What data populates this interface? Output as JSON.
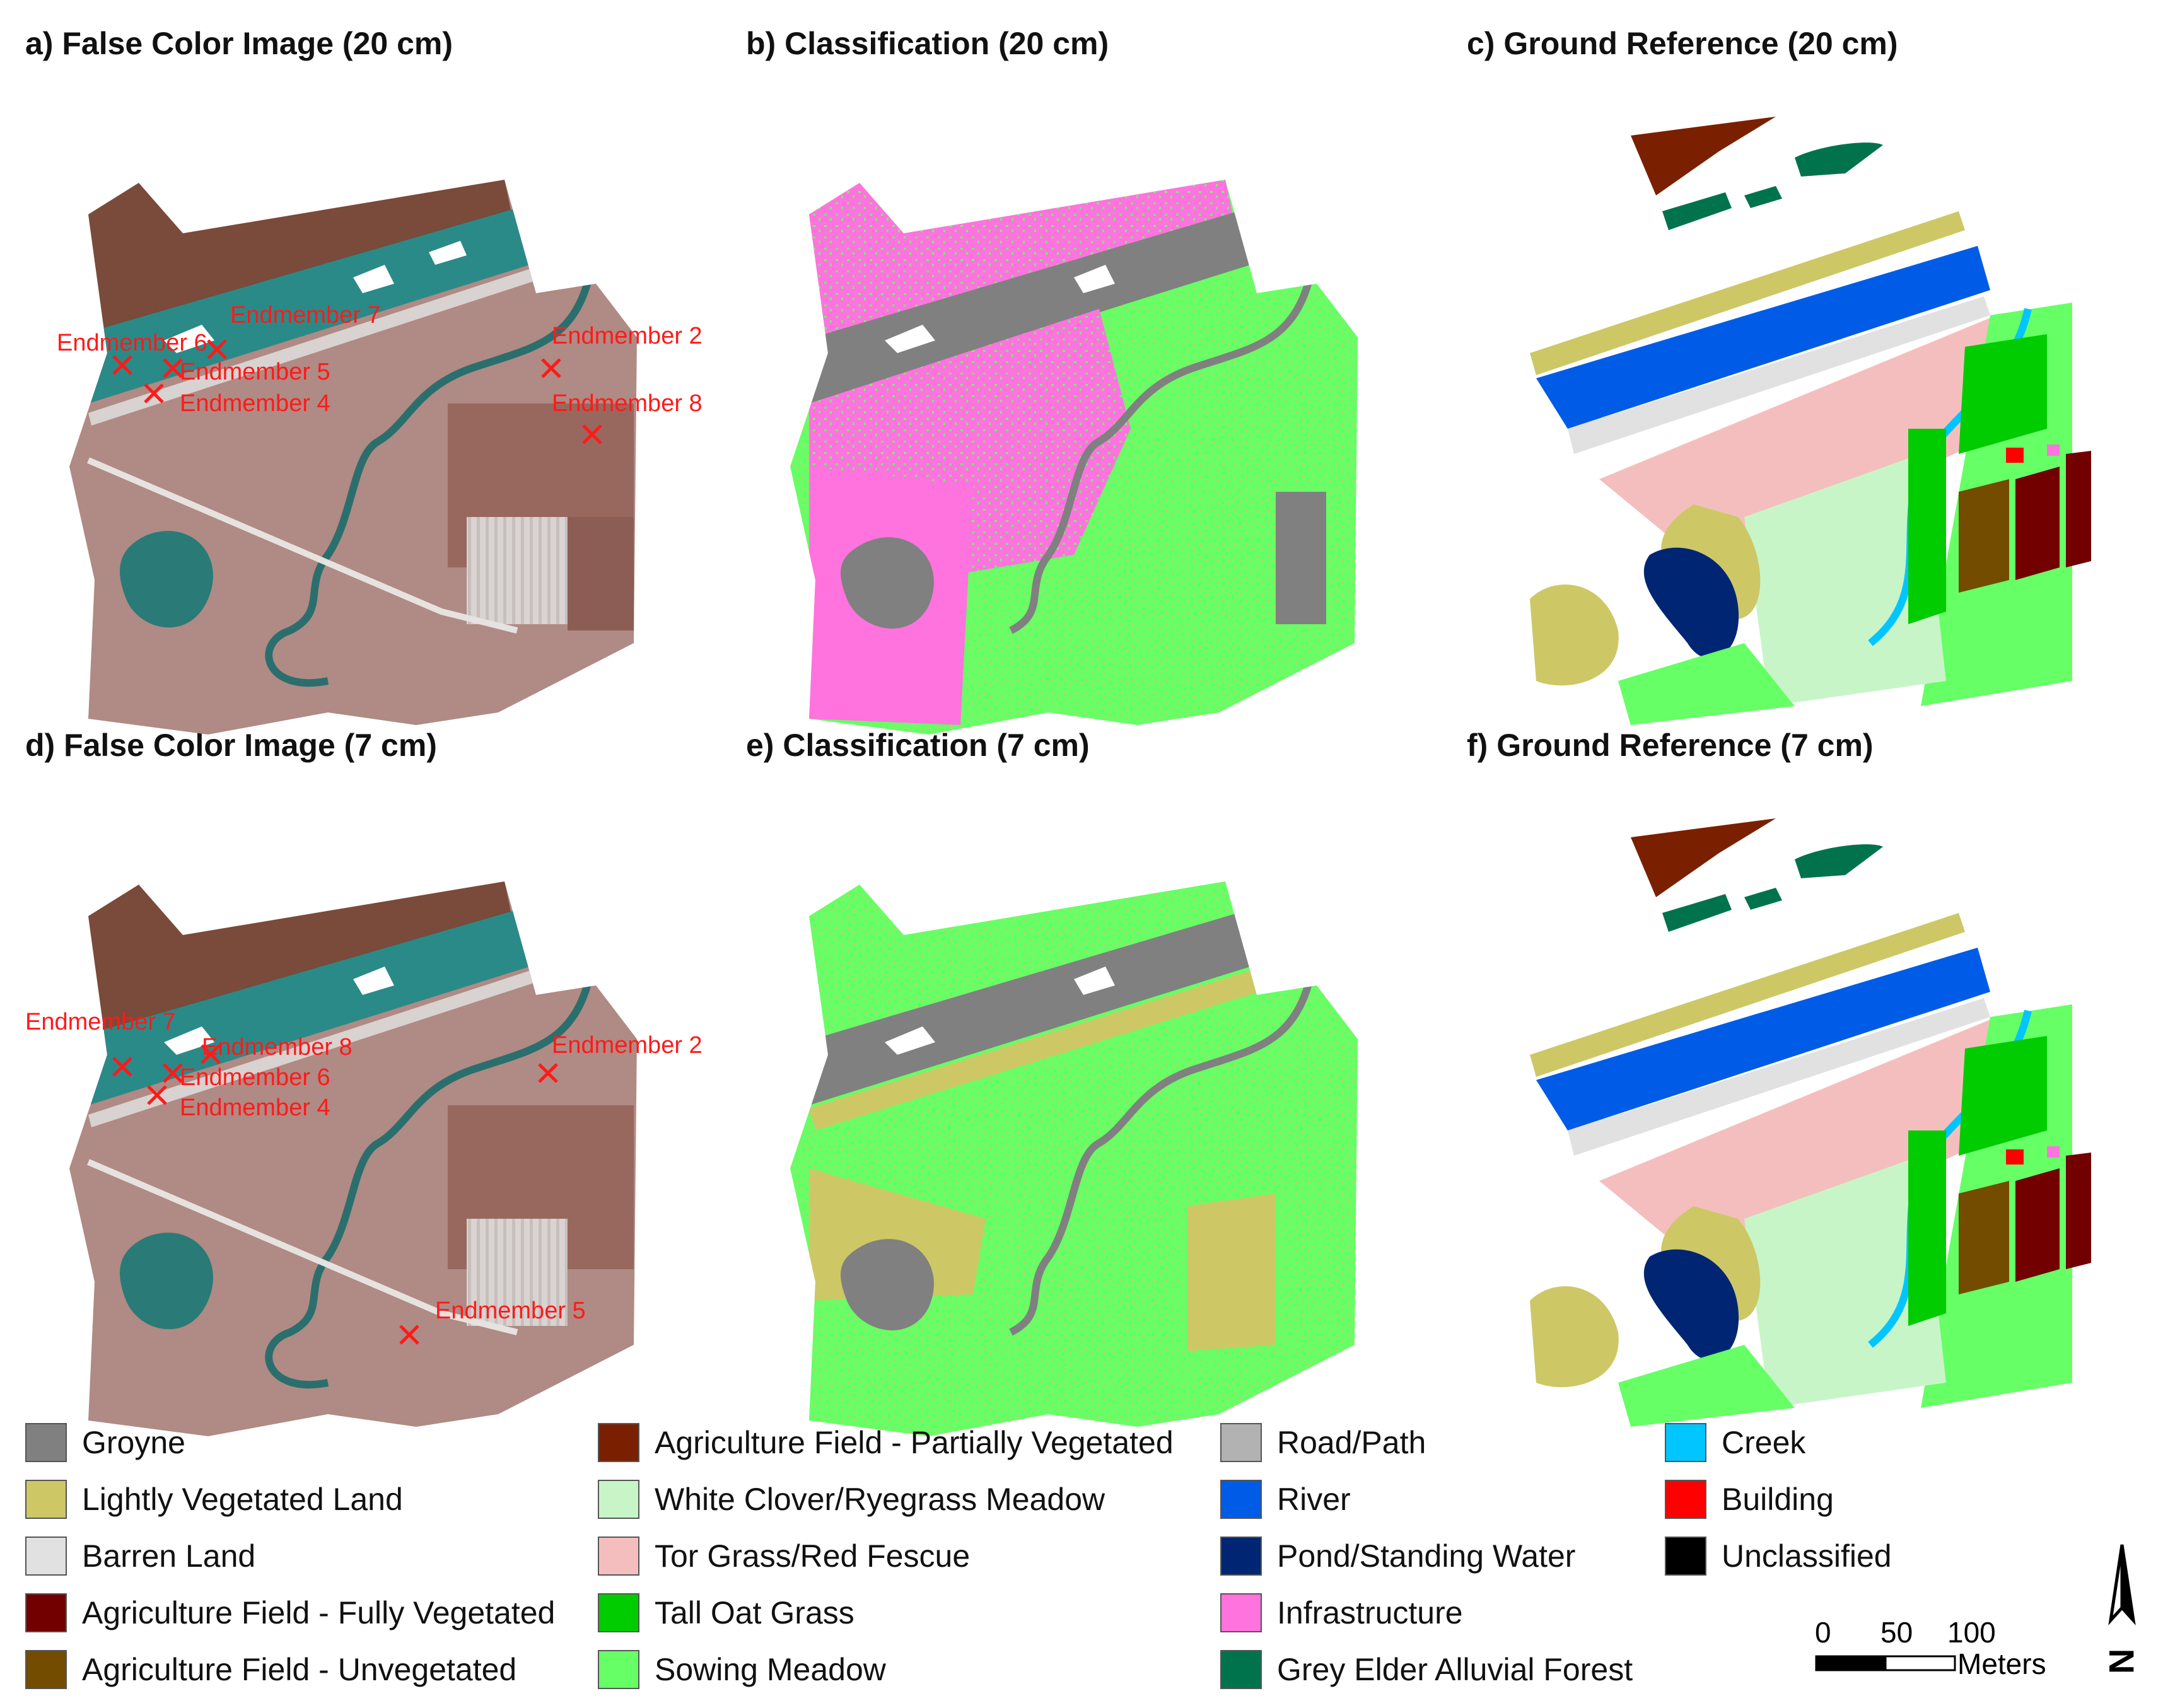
{
  "panels": [
    {
      "id": "a",
      "title": "a) False Color Image (20 cm)",
      "kind": "false-color",
      "endmembers": [
        "Endmember 7",
        "Endmember 6",
        "Endmember 5",
        "Endmember 4",
        "Endmember 2",
        "Endmember 8"
      ]
    },
    {
      "id": "b",
      "title": "b) Classification (20 cm)",
      "kind": "classification",
      "dominant_class": "Infrastructure"
    },
    {
      "id": "c",
      "title": "c) Ground Reference (20 cm)",
      "kind": "ground-reference"
    },
    {
      "id": "d",
      "title": "d) False Color Image (7 cm)",
      "kind": "false-color",
      "endmembers": [
        "Endmember 7",
        "Endmember 8",
        "Endmember 6",
        "Endmember 4",
        "Endmember 2",
        "Endmember 5"
      ]
    },
    {
      "id": "e",
      "title": "e) Classification (7 cm)",
      "kind": "classification",
      "dominant_class": "Sowing Meadow"
    },
    {
      "id": "f",
      "title": "f) Ground Reference (7 cm)",
      "kind": "ground-reference"
    }
  ],
  "legend": [
    {
      "label": "Groyne",
      "color": "#808080"
    },
    {
      "label": "Lightly Vegetated Land",
      "color": "#cdc865"
    },
    {
      "label": "Barren Land",
      "color": "#e1e1e1"
    },
    {
      "label": "Agriculture Field - Fully Vegetated",
      "color": "#730000"
    },
    {
      "label": "Agriculture Field - Unvegetated",
      "color": "#734c00"
    },
    {
      "label": "Agriculture Field - Partially Vegetated",
      "color": "#7a2000"
    },
    {
      "label": "White Clover/Ryegrass Meadow",
      "color": "#c8f5c8"
    },
    {
      "label": "Tor Grass/Red Fescue",
      "color": "#f5bebe"
    },
    {
      "label": "Tall Oat Grass",
      "color": "#00cc00"
    },
    {
      "label": "Sowing Meadow",
      "color": "#66ff66"
    },
    {
      "label": "Road/Path",
      "color": "#b2b2b2"
    },
    {
      "label": "River",
      "color": "#005ce6"
    },
    {
      "label": "Pond/Standing Water",
      "color": "#002673"
    },
    {
      "label": "Infrastructure",
      "color": "#ff73df"
    },
    {
      "label": "Grey Elder Alluvial Forest",
      "color": "#00734c"
    },
    {
      "label": "Creek",
      "color": "#00c5ff"
    },
    {
      "label": "Building",
      "color": "#ff0000"
    },
    {
      "label": "Unclassified",
      "color": "#000000"
    }
  ],
  "scale_bar": {
    "ticks": [
      "0",
      "50",
      "100"
    ],
    "unit": "Meters"
  },
  "north_arrow": {
    "label": "N"
  },
  "colors": {
    "endmember_marker": "#ff1a1a",
    "false_color_field": "#b08a84",
    "false_color_water": "#2a8a88",
    "false_color_forest": "#7a4a3a"
  }
}
